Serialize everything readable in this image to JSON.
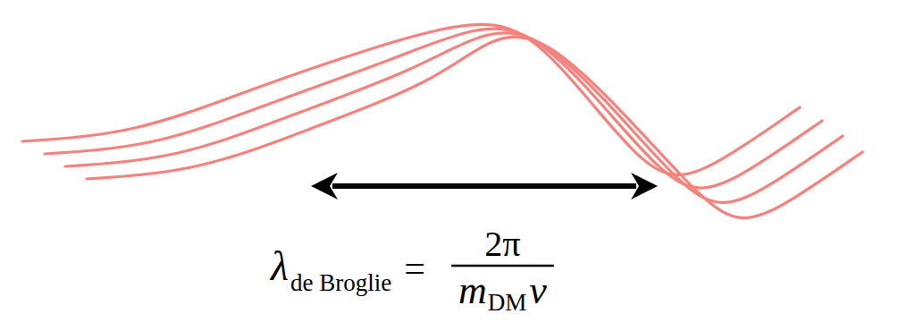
{
  "diagram": {
    "labels": [
      "λ",
      "de Broglie",
      "=",
      "2π",
      "m",
      "DM",
      "v"
    ]
  }
}
